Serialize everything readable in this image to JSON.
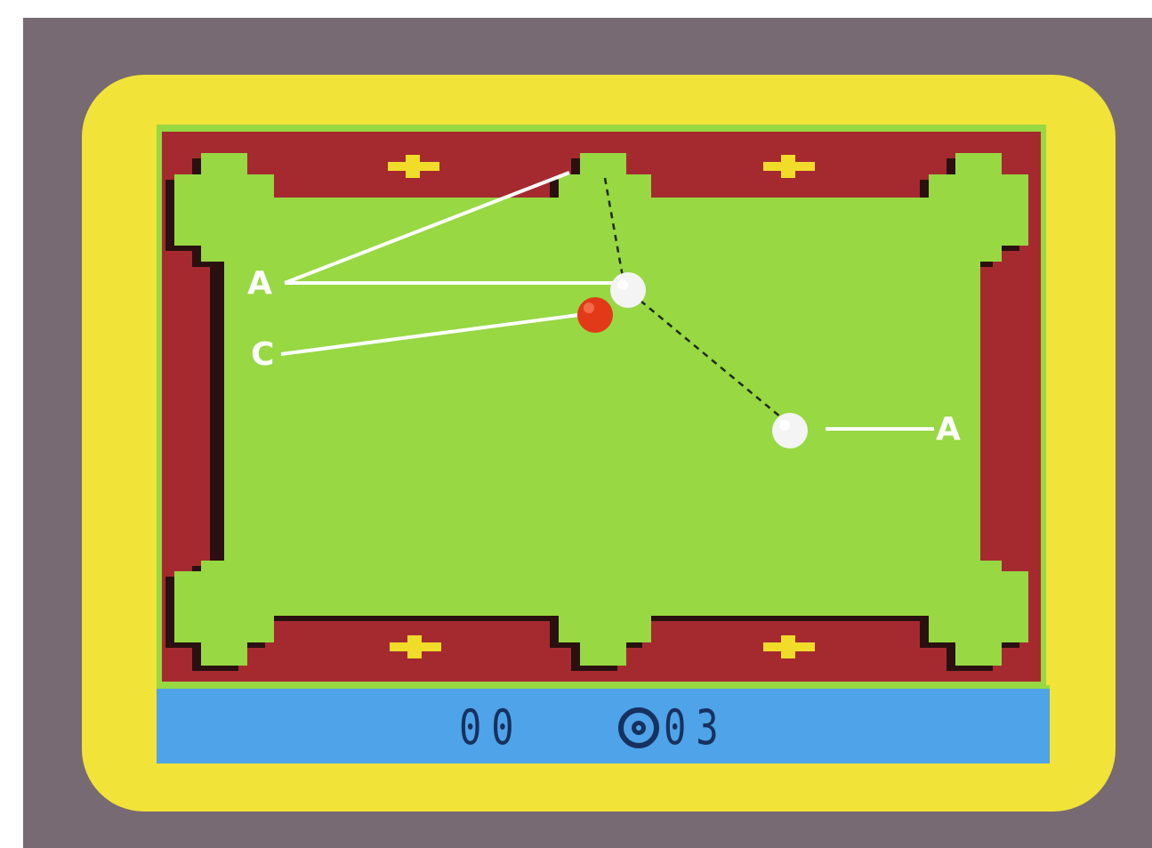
{
  "game": {
    "title": "",
    "scoreboard": {
      "left_score": "00",
      "ball_symbol_icon": "eight-ball-icon",
      "right_score": "03"
    },
    "annotations": {
      "label_a_left": "A",
      "label_c_left": "C",
      "label_a_right": "A"
    }
  },
  "colors": {
    "outer_frame": "#786a72",
    "screen_border": "#f1e338",
    "rail": "#a52a30",
    "felt": "#97d843",
    "pocket_shadow": "#2a1010",
    "status_bar": "#4fa3e8",
    "score_text": "#17315f",
    "cue_ball": "#f4f4f4",
    "object_ball": "#e23a18",
    "diamond": "#f2dc2a",
    "guide_line": "#ffffff"
  }
}
